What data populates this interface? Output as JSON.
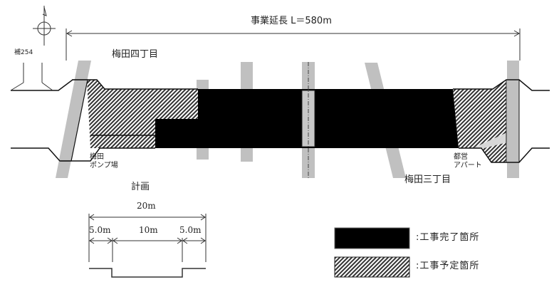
{
  "title": {
    "project_length": "事業延長 L＝580m"
  },
  "markers": {
    "benchmark": "補254",
    "north_arrow_icon": "north-arrow-icon"
  },
  "areas": {
    "north_district": "梅田四丁目",
    "south_district": "梅田三丁目",
    "pump_station": [
      "梅田",
      "ポンプ場"
    ],
    "public_apartment": [
      "都営",
      "アパート"
    ]
  },
  "plan_section": {
    "title": "計画",
    "total_width": "20m",
    "left_width": "5.0m",
    "center_width": "10m",
    "right_width": "5.0m"
  },
  "legend": {
    "items": [
      {
        "label": ":工事完了箇所",
        "fill": "#000000",
        "pattern": "solid"
      },
      {
        "label": ":工事予定箇所",
        "fill": "#ffffff",
        "pattern": "diagonal-hatch"
      }
    ]
  },
  "colors": {
    "completed": "#000000",
    "crossing_road": "#c0c0c0",
    "line": "#222222"
  }
}
